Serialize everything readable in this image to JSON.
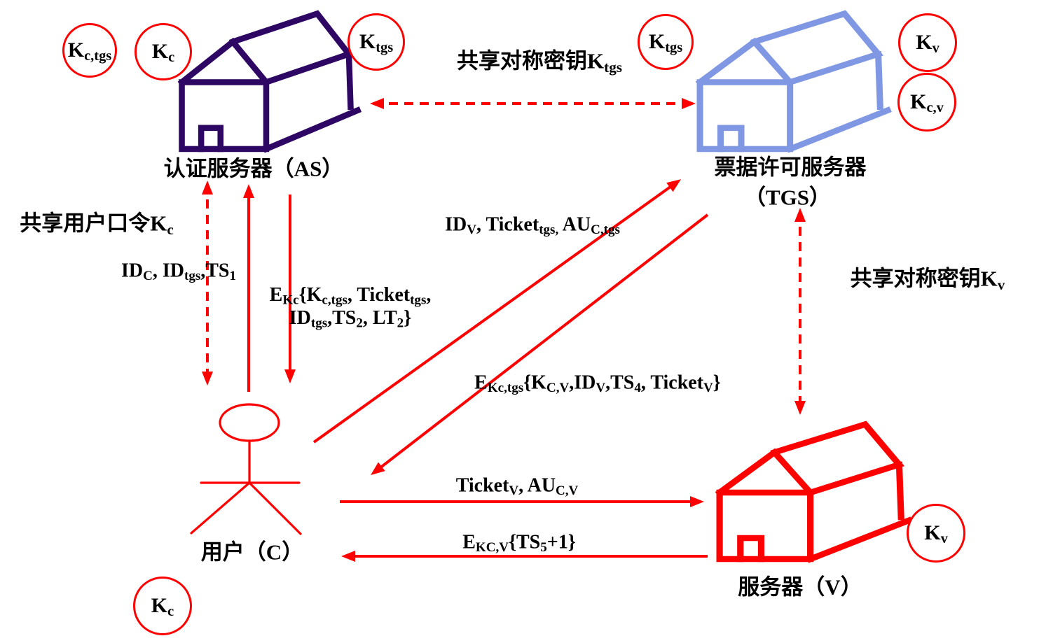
{
  "diagram_title": "Kerberos authentication protocol diagram",
  "colors": {
    "arrow_red": "#FF0000",
    "key_circle_border": "#FF0000",
    "text": "#000000",
    "background": "#FFFFFF"
  },
  "nodes": {
    "as": {
      "label": "认证服务器（AS）",
      "color": "#2E0663"
    },
    "tgs": {
      "label_line1": "票据许可服务器",
      "label_line2": "（TGS）",
      "color": "#8098E4"
    },
    "v": {
      "label": "服务器（V）",
      "color": "#FF0000"
    },
    "user": {
      "label": "用户（C）",
      "color": "#FF0000"
    }
  },
  "keys": {
    "k_c_tgs": {
      "main": "K",
      "sub": "c,tgs"
    },
    "k_c_as": {
      "main": "K",
      "sub": "c"
    },
    "k_tgs_as": {
      "main": "K",
      "sub": "tgs"
    },
    "k_tgs_tgs": {
      "main": "K",
      "sub": "tgs"
    },
    "k_v_top": {
      "main": "K",
      "sub": "v"
    },
    "k_c_v": {
      "main": "K",
      "sub": "c,v"
    },
    "k_v_server": {
      "main": "K",
      "sub": "v"
    },
    "k_c_user": {
      "main": "K",
      "sub": "c"
    }
  },
  "relations": {
    "shared_key_tgs": {
      "p1": "共享对称密钥K",
      "s1": "tgs"
    },
    "shared_password": {
      "p1": "共享用户口令K",
      "s1": "c"
    },
    "shared_key_v": {
      "p1": "共享对称密钥K",
      "s1": "v"
    }
  },
  "messages": {
    "msg1": {
      "p1": "ID",
      "s1": "C",
      "p2": ", ID",
      "s2": "tgs",
      "p3": ",TS",
      "s3": "1"
    },
    "msg2_line1": {
      "p1": "E",
      "s1": "Kc",
      "p2": "{K",
      "s2": "c,tgs",
      "p3": ", Ticket",
      "s3": "tgs",
      "p4": ","
    },
    "msg2_line2": {
      "p1": "ID",
      "s1": "tgs",
      "p2": ",TS",
      "s2": "2",
      "p3": ", LT",
      "s3": "2",
      "p4": "}"
    },
    "msg3": {
      "p1": "ID",
      "s1": "V",
      "p2": ", Ticket",
      "s2": "tgs,",
      "p3": " AU",
      "s3": "C,tgs"
    },
    "msg4": {
      "p1": "E",
      "s1": "Kc,tgs",
      "p2": "{K",
      "s2": "C,V",
      "p3": ",ID",
      "s3": "V",
      "p4": ",TS",
      "s4": "4",
      "p5": ", Ticket",
      "s5": "V",
      "p6": "}"
    },
    "msg5": {
      "p1": "Ticket",
      "s1": "V",
      "p2": ", AU",
      "s2": "C,V"
    },
    "msg6": {
      "p1": "E",
      "s1": "KC,V",
      "p2": "{TS",
      "s2": "5",
      "p3": "+1}"
    }
  }
}
